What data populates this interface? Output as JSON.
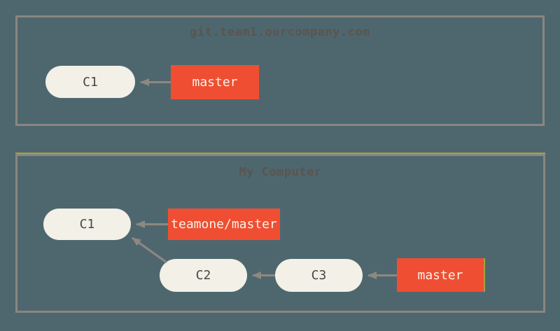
{
  "canvas": {
    "background": "#4e676f"
  },
  "colors": {
    "box_border": "#8a8680",
    "node_fill": "#f2f0e7",
    "node_text": "#474744",
    "branch_fill": "#f04e32",
    "branch_text": "#f8f3e9",
    "arrow": "#8e8880",
    "title_text": "#5a554e",
    "accent_line": "#a2a33c"
  },
  "remote_box": {
    "title": "git.team1.ourcompany.com",
    "commit_c1": "C1",
    "branch_master": "master"
  },
  "local_box": {
    "title": "My Computer",
    "commit_c1": "C1",
    "commit_c2": "C2",
    "commit_c3": "C3",
    "branch_teamone_master": "teamone/master",
    "branch_master": "master"
  }
}
